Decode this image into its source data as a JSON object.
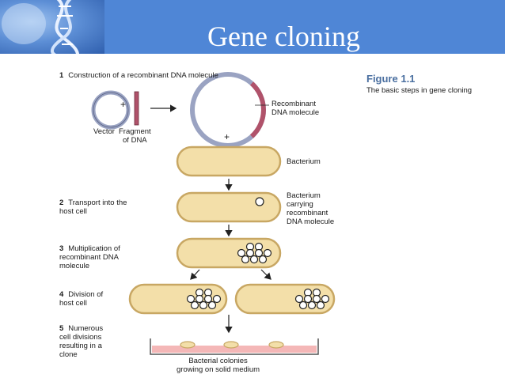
{
  "slide": {
    "title": "Gene cloning"
  },
  "figure": {
    "number": "Figure 1.1",
    "caption": "The basic steps in gene cloning"
  },
  "steps": [
    {
      "num": "1",
      "text": "Construction of a recombinant DNA molecule"
    },
    {
      "num": "2",
      "text": "Transport into the\nhost cell"
    },
    {
      "num": "3",
      "text": "Multiplication of\nrecombinant DNA\nmolecule"
    },
    {
      "num": "4",
      "text": "Division of\nhost cell"
    },
    {
      "num": "5",
      "text": "Numerous\ncell divisions\nresulting in a\nclone"
    }
  ],
  "labels": {
    "vector": "Vector",
    "fragment": "Fragment\nof DNA",
    "plus": "+",
    "recombinant": "Recombinant\nDNA molecule",
    "bacterium": "Bacterium",
    "bacterium_carrying": "Bacterium\ncarrying\nrecombinant\nDNA molecule",
    "colonies": "Bacterial colonies\ngrowing on solid medium"
  },
  "colors": {
    "header": "#4f86d6",
    "cell_fill": "#f3dfa9",
    "cell_stroke": "#c8a763",
    "ring_stroke": "#9aa3c2",
    "fragment": "#b0526a",
    "medium": "#f4b7b7",
    "figure_title": "#4a6fa0"
  }
}
